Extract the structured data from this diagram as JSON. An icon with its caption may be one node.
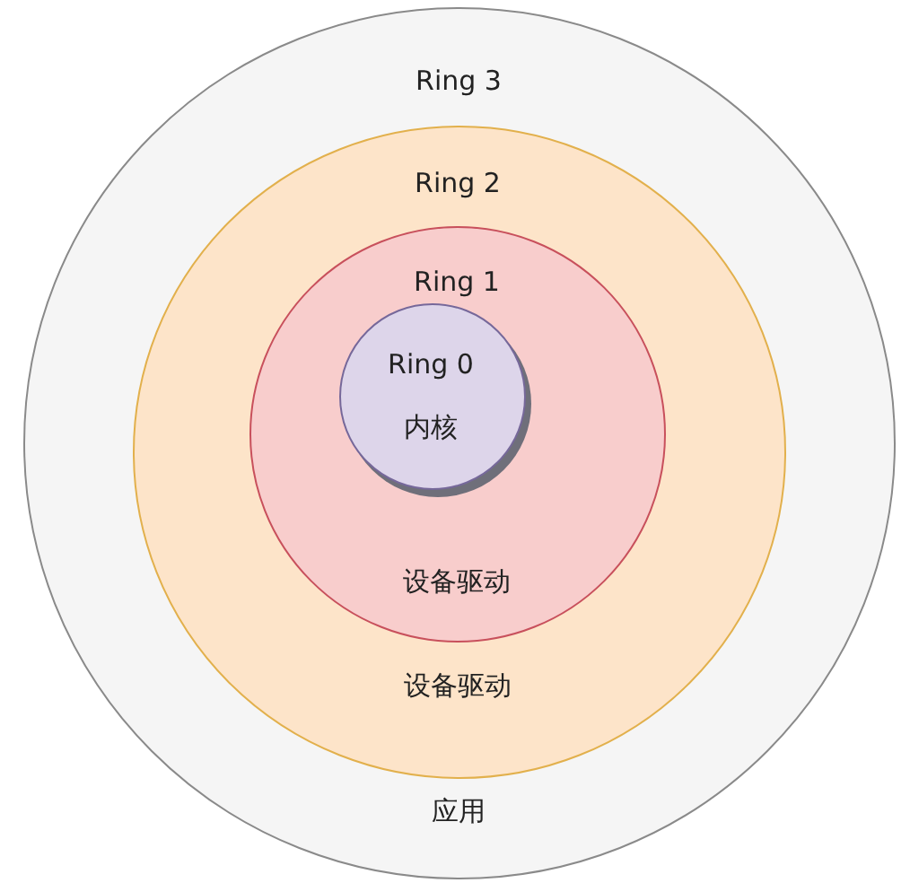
{
  "diagram": {
    "nodes": [
      {
        "text": [
          "Ring 3",
          "应用"
        ]
      },
      {
        "text": [
          "Ring 2",
          "设备驱动"
        ],
        "in": 0
      },
      {
        "text": [
          "Ring 1",
          "设备驱动"
        ],
        "in": 1
      },
      {
        "text": [
          "Ring 0",
          "内核"
        ],
        "in": 2
      }
    ]
  }
}
